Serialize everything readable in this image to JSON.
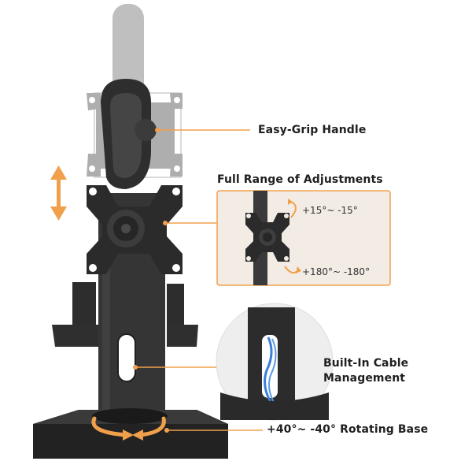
{
  "callouts": {
    "easy_grip": "Easy-Grip Handle",
    "full_range": "Full Range of Adjustments",
    "tilt_range": "+15°~ -15°",
    "rotate_range": "+180°~ -180°",
    "cable_line1": "Built-In Cable",
    "cable_line2": "Management",
    "base": "+40°~ -40° Rotating Base"
  },
  "colors": {
    "accent": "#f0a04b",
    "inset_bg": "#f1ebe4",
    "metal_dark": "#2a2a2a",
    "metal_mid": "#3a3a3a",
    "ghost": "#8f8f8f"
  },
  "icons": {
    "height_arrow": "up-down-arrow-icon",
    "base_arrow": "rotation-arrow-icon"
  }
}
